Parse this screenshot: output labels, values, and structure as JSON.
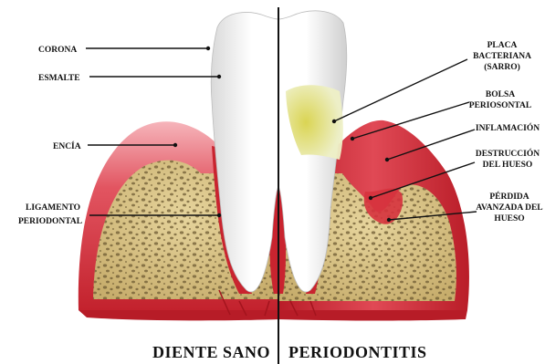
{
  "left_labels": {
    "crown": "CORONA",
    "enamel": "ESMALTE",
    "gum": "ENCÍA",
    "ligament_1": "LIGAMENTO",
    "ligament_2": "PERIODONTAL"
  },
  "right_labels": {
    "plaque_1": "PLACA",
    "plaque_2": "BACTERIANA",
    "plaque_3": "(SARRO)",
    "pocket_1": "BOLSA",
    "pocket_2": "PERIOSONTAL",
    "inflammation": "INFLAMACIÓN",
    "destruction_1": "DESTRUCCIÓN",
    "destruction_2": "DEL HUESO",
    "loss_1": "PÉRDIDA",
    "loss_2": "AVANZADA DEL",
    "loss_3": "HUESO"
  },
  "captions": {
    "healthy": "DIENTE SANO",
    "disease": "PERIODONTITIS"
  },
  "colors": {
    "gum": "#d9303a",
    "gum_light": "#f19aa2",
    "bone": "#d8c48a",
    "bone_pores": "#6b5a34",
    "tooth": "#ffffff",
    "plaque": "#c9c43a",
    "divider": "#111111"
  }
}
